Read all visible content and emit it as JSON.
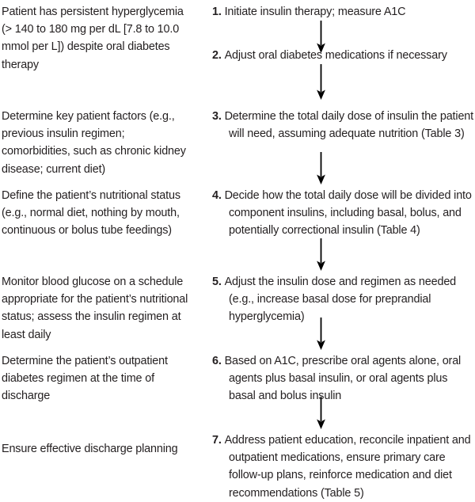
{
  "figure": {
    "title": "Inpatient insulin management steps",
    "text_color": "#231f20",
    "background_color": "#ffffff",
    "arrow_color": "#000000"
  },
  "left_column": {
    "name": "patient-considerations-column",
    "notes": [
      {
        "id": "note-1",
        "text": "Patient has persistent hyperglycemia (> 140 to 180 mg per dL [7.8 to 10.0 mmol per L]) despite oral diabetes therapy"
      },
      {
        "id": "note-2",
        "text": "Determine key patient factors (e.g., previous insulin regimen; comorbidities, such as chronic kidney disease; current diet)"
      },
      {
        "id": "note-3",
        "text": "Define the patient’s nutritional status (e.g., normal diet, nothing by mouth, continuous or bolus tube feedings)"
      },
      {
        "id": "note-4",
        "text": "Monitor blood glucose on a schedule appropriate for the patient’s nutritional status; assess the insulin regimen at least daily"
      },
      {
        "id": "note-5",
        "text": "Determine the patient’s outpatient diabetes regimen at the time of discharge"
      },
      {
        "id": "note-6",
        "text": "Ensure effective discharge planning"
      }
    ]
  },
  "right_column": {
    "name": "numbered-steps-column",
    "steps": [
      {
        "number": "1.",
        "text": "Initiate insulin therapy; measure A1C"
      },
      {
        "number": "2.",
        "text": "Adjust oral diabetes medications if necessary"
      },
      {
        "number": "3.",
        "text": "Determine the total daily dose of insulin the patient will need, assuming adequate nutrition (Table 3)"
      },
      {
        "number": "4.",
        "text": "Decide how the total daily dose will be divided into component insulins, including basal, bolus, and potentially correctional insulin (Table 4)"
      },
      {
        "number": "5.",
        "text": "Adjust the insulin dose and regimen as needed (e.g., increase basal dose for preprandial hyperglycemia)"
      },
      {
        "number": "6.",
        "text": "Based on A1C, prescribe oral agents alone, oral agents plus basal insulin, or oral agents plus basal and bolus insulin"
      },
      {
        "number": "7.",
        "text": "Address patient education, reconcile inpatient and outpatient medications, ensure primary care follow-up plans, reinforce medication and diet recommendations (Table 5)"
      }
    ],
    "connectors": [
      {
        "id": "arrow-1-to-2",
        "from": "1",
        "to": "2"
      },
      {
        "id": "arrow-2-to-3",
        "from": "2",
        "to": "3"
      },
      {
        "id": "arrow-3-to-4",
        "from": "3",
        "to": "4"
      },
      {
        "id": "arrow-4-to-5",
        "from": "4",
        "to": "5"
      },
      {
        "id": "arrow-5-to-6",
        "from": "5",
        "to": "6"
      },
      {
        "id": "arrow-6-to-7",
        "from": "6",
        "to": "7"
      }
    ]
  }
}
